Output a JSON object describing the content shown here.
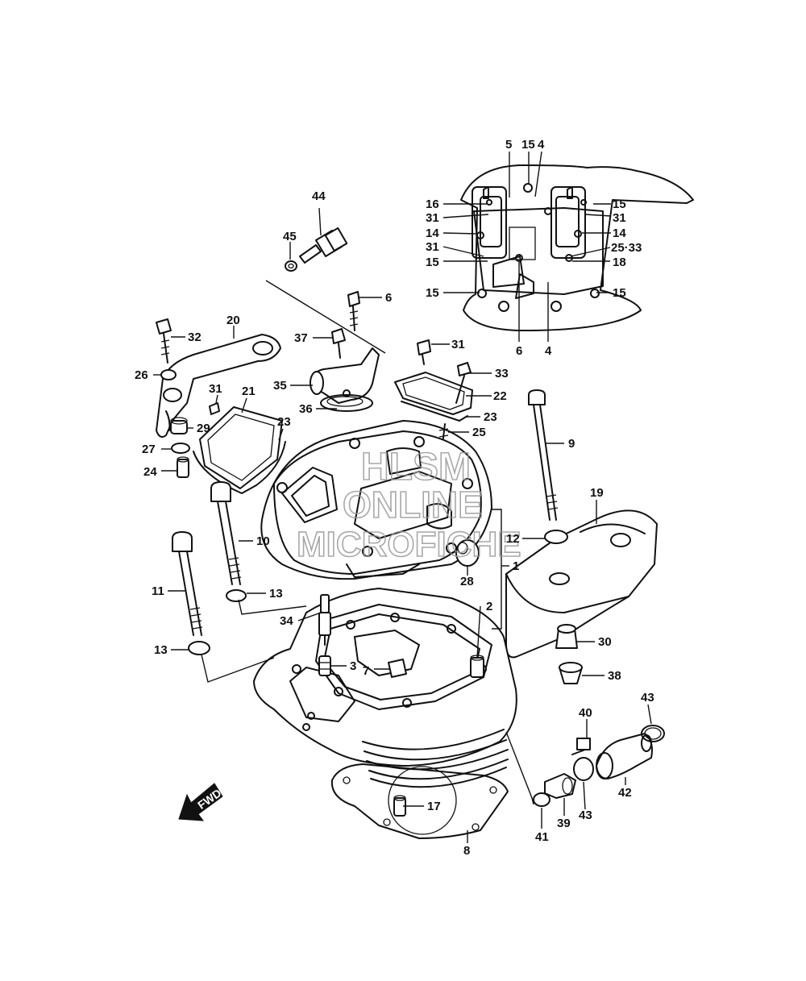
{
  "watermark": {
    "line1": "HLSM",
    "line2": "ONLINE",
    "line3": "MICROFICHE"
  },
  "fwd_label": "FWD",
  "callouts": [
    {
      "id": "c-5",
      "label": "5"
    },
    {
      "id": "c-15a",
      "label": "15"
    },
    {
      "id": "c-4a",
      "label": "4"
    },
    {
      "id": "c-16",
      "label": "16"
    },
    {
      "id": "c-15b",
      "label": "15"
    },
    {
      "id": "c-31a",
      "label": "31"
    },
    {
      "id": "c-31b",
      "label": "31"
    },
    {
      "id": "c-14a",
      "label": "14"
    },
    {
      "id": "c-14b",
      "label": "14"
    },
    {
      "id": "c-31c",
      "label": "31"
    },
    {
      "id": "c-25-33",
      "label": "25·33"
    },
    {
      "id": "c-15c",
      "label": "15"
    },
    {
      "id": "c-18",
      "label": "18"
    },
    {
      "id": "c-15d",
      "label": "15"
    },
    {
      "id": "c-15e",
      "label": "15"
    },
    {
      "id": "c-6a",
      "label": "6"
    },
    {
      "id": "c-4b",
      "label": "4"
    },
    {
      "id": "c-44",
      "label": "44"
    },
    {
      "id": "c-45",
      "label": "45"
    },
    {
      "id": "c-6b",
      "label": "6"
    },
    {
      "id": "c-20",
      "label": "20"
    },
    {
      "id": "c-32",
      "label": "32"
    },
    {
      "id": "c-37",
      "label": "37"
    },
    {
      "id": "c-31d",
      "label": "31"
    },
    {
      "id": "c-26",
      "label": "26"
    },
    {
      "id": "c-33",
      "label": "33"
    },
    {
      "id": "c-35",
      "label": "35"
    },
    {
      "id": "c-31e",
      "label": "31"
    },
    {
      "id": "c-21",
      "label": "21"
    },
    {
      "id": "c-22",
      "label": "22"
    },
    {
      "id": "c-36",
      "label": "36"
    },
    {
      "id": "c-23a",
      "label": "23"
    },
    {
      "id": "c-23b",
      "label": "23"
    },
    {
      "id": "c-29",
      "label": "29"
    },
    {
      "id": "c-25",
      "label": "25"
    },
    {
      "id": "c-9",
      "label": "9"
    },
    {
      "id": "c-27",
      "label": "27"
    },
    {
      "id": "c-24",
      "label": "24"
    },
    {
      "id": "c-19",
      "label": "19"
    },
    {
      "id": "c-10",
      "label": "10"
    },
    {
      "id": "c-12",
      "label": "12"
    },
    {
      "id": "c-1",
      "label": "1"
    },
    {
      "id": "c-28",
      "label": "28"
    },
    {
      "id": "c-11",
      "label": "11"
    },
    {
      "id": "c-13a",
      "label": "13"
    },
    {
      "id": "c-2",
      "label": "2"
    },
    {
      "id": "c-34",
      "label": "34"
    },
    {
      "id": "c-30",
      "label": "30"
    },
    {
      "id": "c-13b",
      "label": "13"
    },
    {
      "id": "c-3",
      "label": "3"
    },
    {
      "id": "c-7",
      "label": "7"
    },
    {
      "id": "c-38",
      "label": "38"
    },
    {
      "id": "c-43a",
      "label": "43"
    },
    {
      "id": "c-40",
      "label": "40"
    },
    {
      "id": "c-42",
      "label": "42"
    },
    {
      "id": "c-17",
      "label": "17"
    },
    {
      "id": "c-41",
      "label": "41"
    },
    {
      "id": "c-39",
      "label": "39"
    },
    {
      "id": "c-43b",
      "label": "43"
    },
    {
      "id": "c-8",
      "label": "8"
    }
  ]
}
